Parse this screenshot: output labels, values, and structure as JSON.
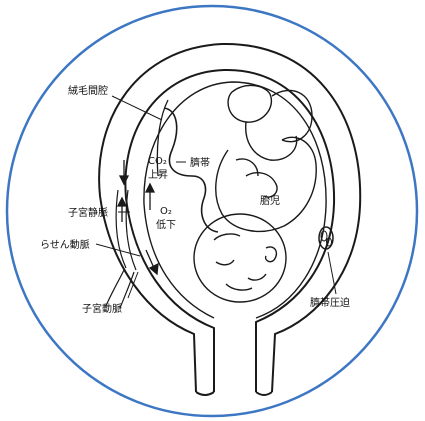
{
  "colors": {
    "frame_border": "#3d77c4",
    "line": "#1a1a1a",
    "background": "#ffffff"
  },
  "labels": {
    "intervillous_space": "絨毛間腔",
    "co2_line1": "CO₂",
    "co2_line2": "上昇",
    "umbilical_cord": "臍帯",
    "o2_line1": "O₂",
    "o2_line2": "低下",
    "fetus": "胎児",
    "uterine_vein": "子宮静脈",
    "spiral_artery": "らせん動脈",
    "uterine_artery": "子宮動脈",
    "cord_compression": "臍帯圧迫"
  }
}
